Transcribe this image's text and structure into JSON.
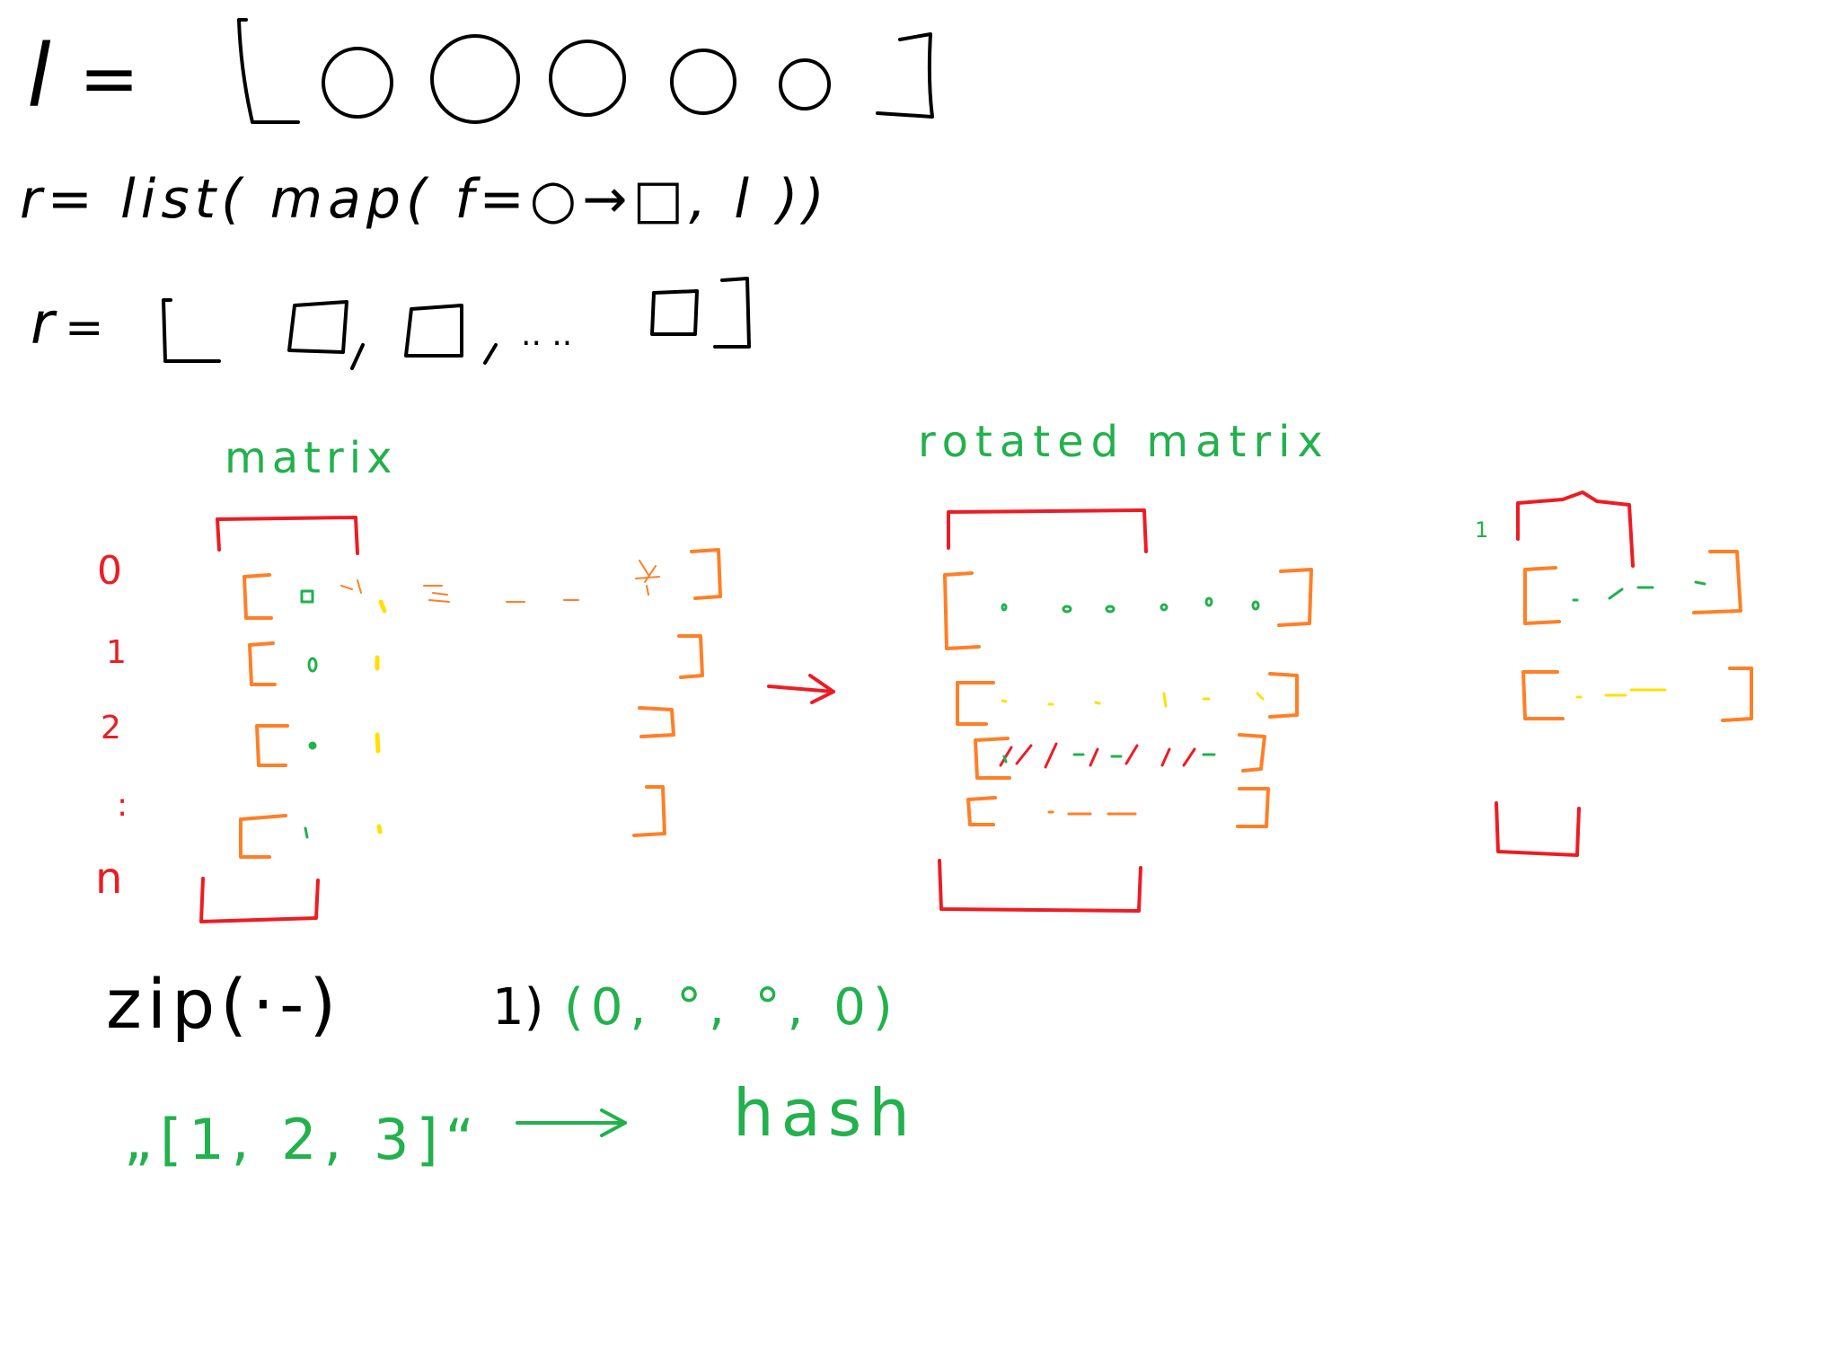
{
  "colors": {
    "black": "#000000",
    "green": "#22b14c",
    "red": "#ed1c24",
    "orange": "#ff7f27",
    "yellow": "#ffe000",
    "background": "#ffffff"
  },
  "line1": {
    "var": "l",
    "eq": "="
  },
  "line2": {
    "text": "r= list( map( f=○→□, l ))"
  },
  "line3": {
    "var": "r",
    "eq": "=",
    "ellipsis": ".. .."
  },
  "labels": {
    "matrix": "matrix",
    "rotated_matrix": "rotated matrix",
    "row_index_0": "0",
    "row_index_1": "1",
    "row_index_2": "2",
    "row_index_dots": ":",
    "row_index_n": "n",
    "right_index": "1",
    "zip": "zip(·-)",
    "tuple_prefix": "1)",
    "tuple": "(0, °, °, 0)",
    "string_list": "„[1, 2, 3]“",
    "hash": "hash"
  }
}
